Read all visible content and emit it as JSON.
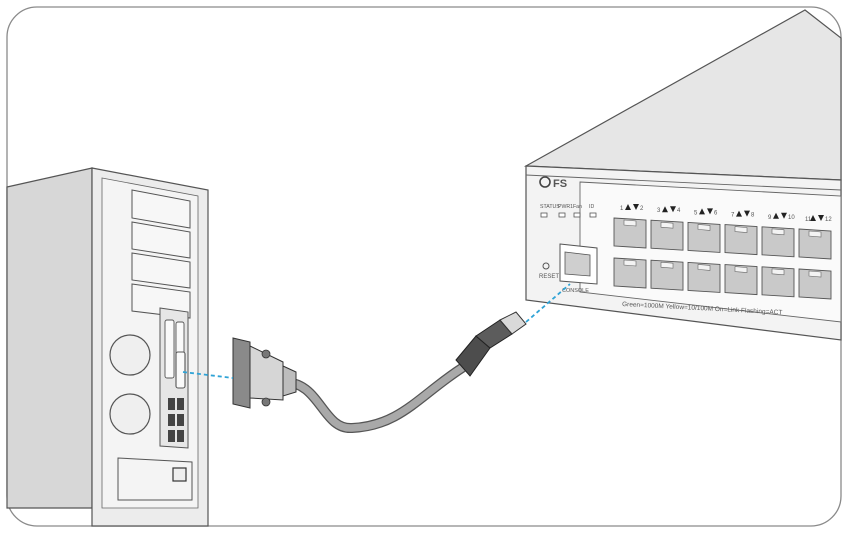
{
  "switch": {
    "brand": "FS",
    "led_labels": [
      "STATUS",
      "PWR1",
      "Fan",
      "ID"
    ],
    "reset_label": "RESET",
    "console_label": "CONSOLE",
    "port_numbers": [
      "1",
      "2",
      "3",
      "4",
      "5",
      "6",
      "7",
      "8",
      "9",
      "10",
      "11",
      "12"
    ],
    "legend_text": "Green=1000M  Yellow=10/100M  On=Link  Flashing=ACT"
  },
  "colors": {
    "outline": "#555555",
    "panel_fill": "#f2f2f2",
    "side_fill": "#d9d9d9",
    "cable": "#9a9a9a",
    "connector": "#4a4a4a",
    "dash": "#2fa3d6",
    "port_fill": "#c9c9c9"
  }
}
